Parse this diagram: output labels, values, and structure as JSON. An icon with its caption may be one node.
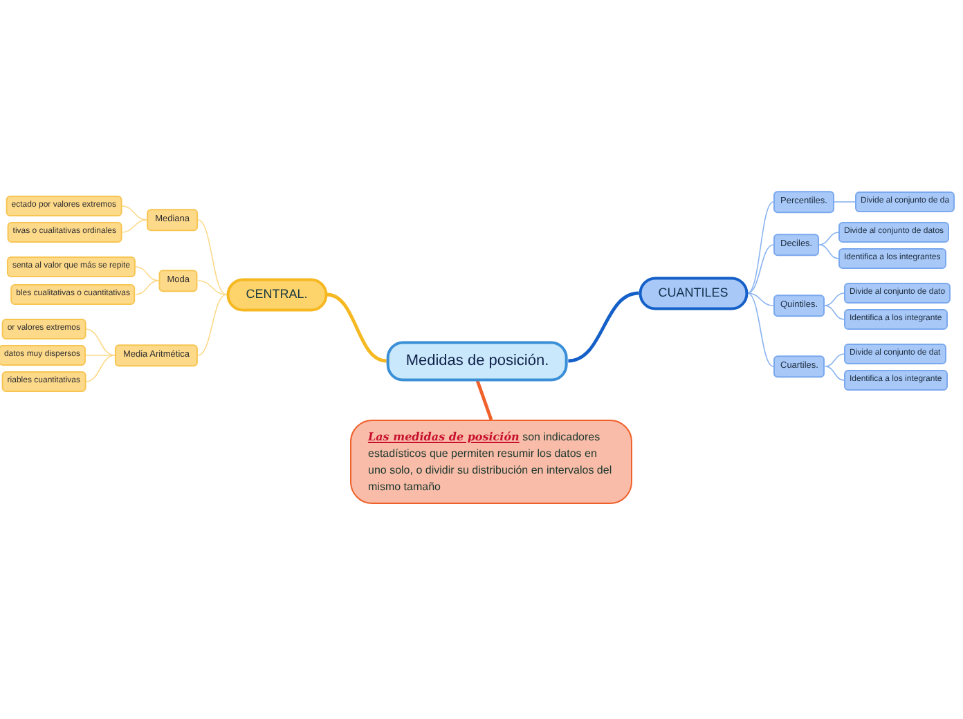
{
  "diagram": {
    "nodes": [
      {
        "text": [
          "Medidas de posición."
        ]
      },
      {
        "text": [
          "CENTRAL."
        ]
      },
      {
        "text": [
          "CUANTILES"
        ]
      },
      {
        "text": [
          "**Las medidas de posición** son indicadores estadísticos que permiten resumir los datos en uno solo, o dividir su distribución en intervalos del mismo tamaño"
        ]
      },
      {
        "text": [
          "Mediana"
        ]
      },
      {
        "text": [
          "Moda"
        ]
      },
      {
        "text": [
          "Media Aritmética"
        ]
      },
      {
        "text": [
          "ectado por valores extremos"
        ]
      },
      {
        "text": [
          "tivas o cualitativas ordinales"
        ]
      },
      {
        "text": [
          "senta al valor que más se repite"
        ]
      },
      {
        "text": [
          "bles cualitativas o cuantitativas"
        ]
      },
      {
        "text": [
          "or valores extremos"
        ]
      },
      {
        "text": [
          "datos muy dispersos"
        ]
      },
      {
        "text": [
          "riables cuantitativas"
        ]
      },
      {
        "text": [
          "Percentiles."
        ]
      },
      {
        "text": [
          "Deciles."
        ]
      },
      {
        "text": [
          "Quintiles."
        ]
      },
      {
        "text": [
          "Cuartiles."
        ]
      },
      {
        "text": [
          "Divide al conjunto de da"
        ]
      },
      {
        "text": [
          "Divide al conjunto de datos"
        ]
      },
      {
        "text": [
          "Identifica a los integrantes"
        ]
      },
      {
        "text": [
          "Divide al conjunto de dato"
        ]
      },
      {
        "text": [
          "Identifica a los integrante"
        ]
      },
      {
        "text": [
          "Divide al conjunto de dat"
        ]
      },
      {
        "text": [
          "Identifica a los integrante"
        ]
      }
    ],
    "edges": [
      {
        "from": 0,
        "to": 1,
        "arrow": "none",
        "color": "#f5b820",
        "style": "thick"
      },
      {
        "from": 0,
        "to": 2,
        "arrow": "none",
        "color": "#1560c8",
        "style": "thick"
      },
      {
        "from": 0,
        "to": 3,
        "arrow": "none",
        "color": "#f0602a",
        "style": "thick"
      },
      {
        "from": 1,
        "to": 4,
        "arrow": "none",
        "color": "#fcd98a"
      },
      {
        "from": 1,
        "to": 5,
        "arrow": "none",
        "color": "#fcd98a"
      },
      {
        "from": 1,
        "to": 6,
        "arrow": "none",
        "color": "#fcd98a"
      },
      {
        "from": 4,
        "to": 7,
        "arrow": "none",
        "color": "#fcd98a"
      },
      {
        "from": 4,
        "to": 8,
        "arrow": "none",
        "color": "#fcd98a"
      },
      {
        "from": 5,
        "to": 9,
        "arrow": "none",
        "color": "#fcd98a"
      },
      {
        "from": 5,
        "to": 10,
        "arrow": "none",
        "color": "#fcd98a"
      },
      {
        "from": 6,
        "to": 11,
        "arrow": "none",
        "color": "#fcd98a"
      },
      {
        "from": 6,
        "to": 12,
        "arrow": "none",
        "color": "#fcd98a"
      },
      {
        "from": 6,
        "to": 13,
        "arrow": "none",
        "color": "#fcd98a"
      },
      {
        "from": 2,
        "to": 14,
        "arrow": "none",
        "color": "#8ab4f0"
      },
      {
        "from": 2,
        "to": 15,
        "arrow": "none",
        "color": "#8ab4f0"
      },
      {
        "from": 2,
        "to": 16,
        "arrow": "none",
        "color": "#8ab4f0"
      },
      {
        "from": 2,
        "to": 17,
        "arrow": "none",
        "color": "#8ab4f0"
      },
      {
        "from": 14,
        "to": 18,
        "arrow": "none",
        "color": "#8ab4f0"
      },
      {
        "from": 15,
        "to": 19,
        "arrow": "none",
        "color": "#8ab4f0"
      },
      {
        "from": 15,
        "to": 20,
        "arrow": "none",
        "color": "#8ab4f0"
      },
      {
        "from": 16,
        "to": 21,
        "arrow": "none",
        "color": "#8ab4f0"
      },
      {
        "from": 16,
        "to": 22,
        "arrow": "none",
        "color": "#8ab4f0"
      },
      {
        "from": 17,
        "to": 23,
        "arrow": "none",
        "color": "#8ab4f0"
      },
      {
        "from": 17,
        "to": 24,
        "arrow": "none",
        "color": "#8ab4f0"
      }
    ]
  }
}
